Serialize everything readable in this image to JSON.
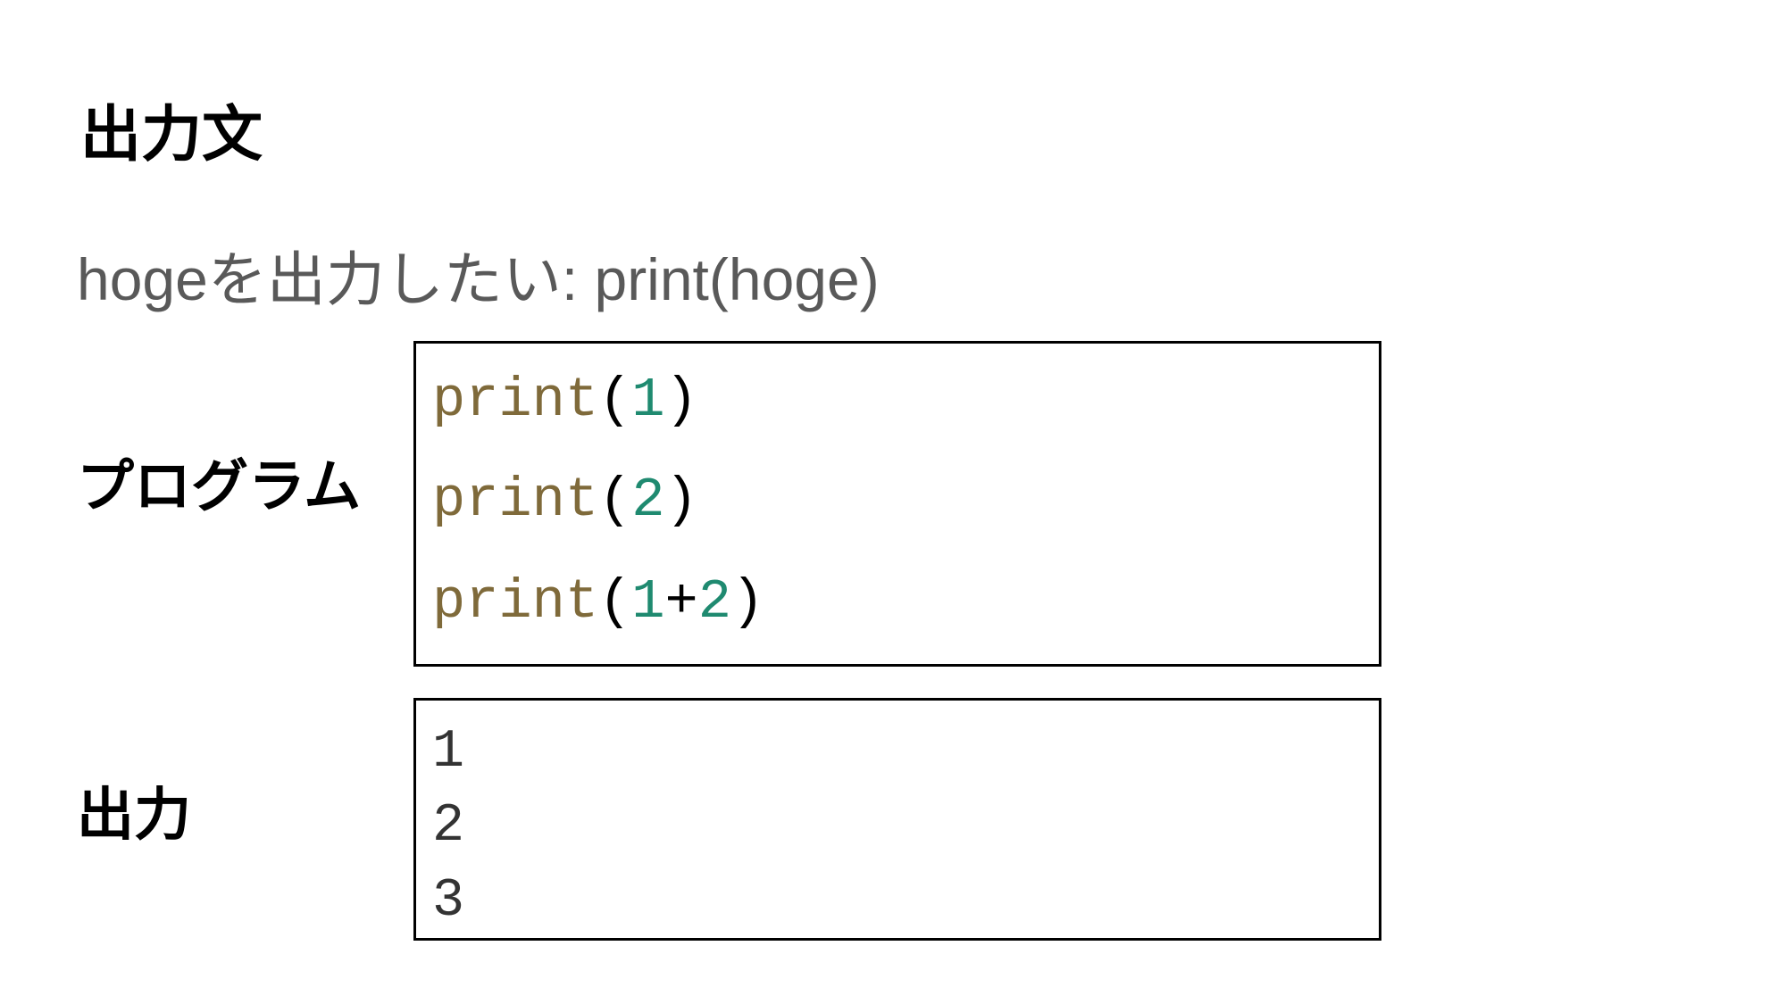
{
  "title": "出力文",
  "subtitle": "hogeを出力したい: print(hoge)",
  "program": {
    "label": "プログラム",
    "lines": [
      {
        "func": "print",
        "open": "(",
        "arg1": "1",
        "op": "",
        "arg2": "",
        "close": ")"
      },
      {
        "func": "print",
        "open": "(",
        "arg1": "2",
        "op": "",
        "arg2": "",
        "close": ")"
      },
      {
        "func": "print",
        "open": "(",
        "arg1": "1",
        "op": "+",
        "arg2": "2",
        "close": ")"
      }
    ]
  },
  "output": {
    "label": "出力",
    "lines": [
      "1",
      "2",
      "3"
    ]
  },
  "colors": {
    "function_name": "#7f6a3a",
    "number_literal": "#1f8a70",
    "subtitle_text": "#595959"
  }
}
